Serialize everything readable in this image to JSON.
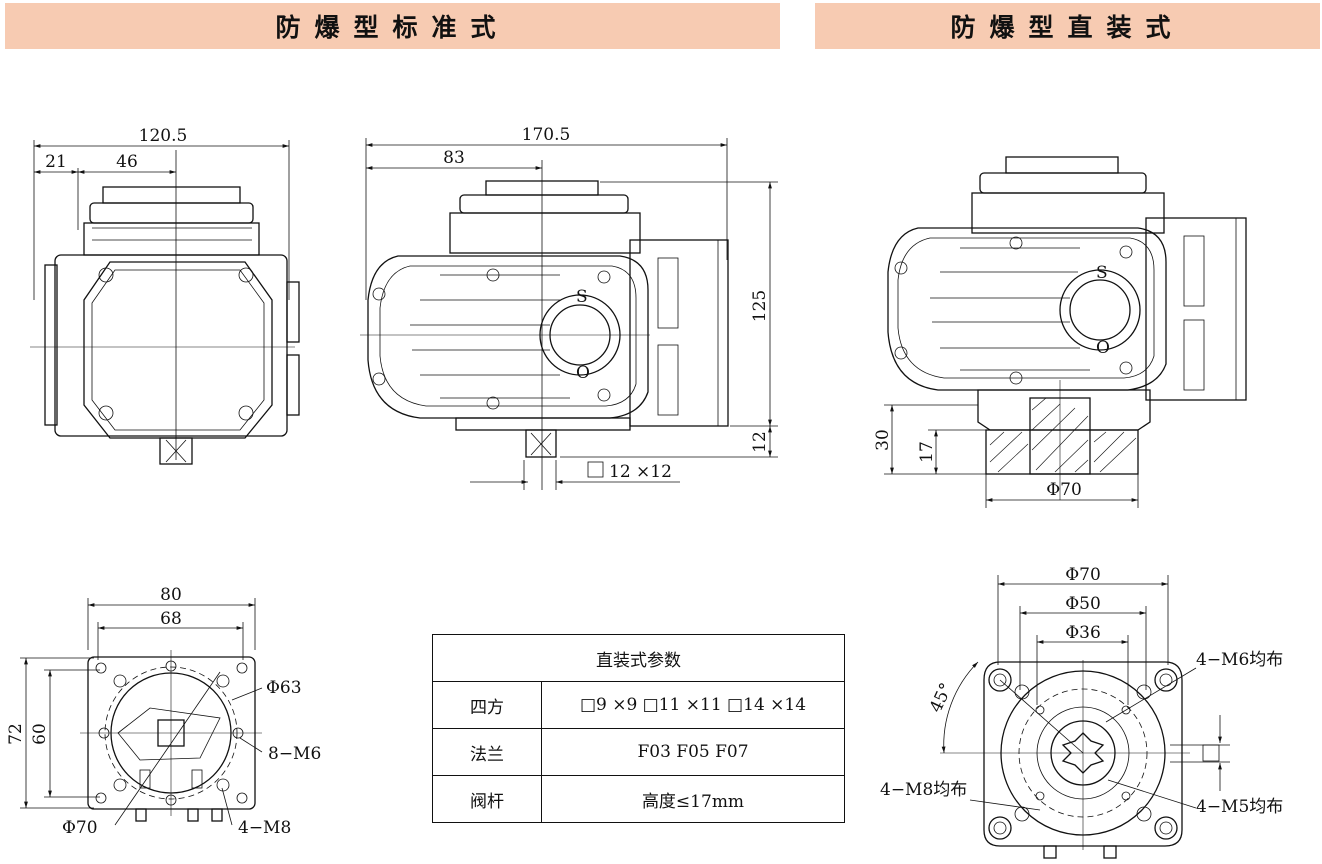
{
  "banners": {
    "left": "防爆型标准式",
    "right": "防爆型直装式"
  },
  "front_view": {
    "dims": {
      "overall": "120.5",
      "offset1": "21",
      "offset2": "46"
    }
  },
  "side_view": {
    "dims": {
      "overall": "170.5",
      "offset": "83",
      "height": "125",
      "shaft": "12",
      "square": "12 ×12"
    },
    "dial": {
      "open": "S",
      "close": "O"
    }
  },
  "direct_view": {
    "dims": {
      "h30": "30",
      "h17": "17",
      "dia": "Φ70"
    },
    "dial": {
      "open": "S",
      "close": "O"
    }
  },
  "flange_std": {
    "dims": {
      "w80": "80",
      "w68": "68",
      "h72": "72",
      "h60": "60",
      "d63": "Φ63",
      "d70": "Φ70",
      "m6": "8−M6",
      "m8": "4−M8"
    }
  },
  "flange_direct": {
    "dims": {
      "d70": "Φ70",
      "d50": "Φ50",
      "d36": "Φ36",
      "angle": "45°",
      "m6": "4−M6均布",
      "m8": "4−M8均布",
      "m5": "4−M5均布"
    }
  },
  "params_table": {
    "title": "直装式参数",
    "rows": [
      {
        "key": "四方",
        "value": "□9 ×9  □11 ×11  □14 ×14"
      },
      {
        "key": "法兰",
        "value": "F03    F05   F07"
      },
      {
        "key": "阀杆",
        "value": "高度≤17mm"
      }
    ]
  }
}
